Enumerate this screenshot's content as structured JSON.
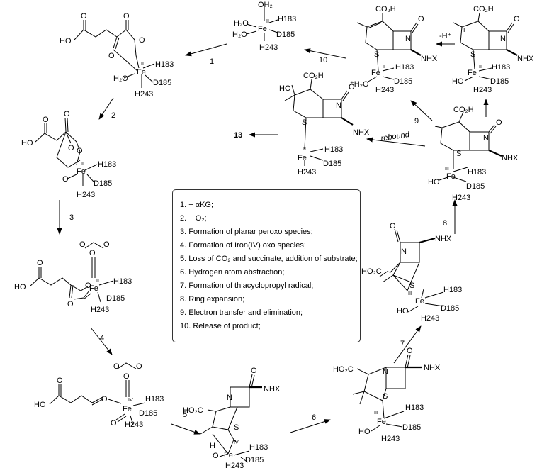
{
  "steps": [
    {
      "num": "1.",
      "text": "+ αKG;"
    },
    {
      "num": "2.",
      "text": "+ O₂;"
    },
    {
      "num": "3.",
      "text": "Formation of planar peroxo species;"
    },
    {
      "num": "4.",
      "text": "Formation of Iron(IV) oxo species;"
    },
    {
      "num": "5.",
      "text": "Loss of CO₂ and succinate, addition of substrate;"
    },
    {
      "num": "6.",
      "text": "Hydrogen atom abstraction;"
    },
    {
      "num": "7.",
      "text": "Formation of thiacyclopropyl radical;"
    },
    {
      "num": "8.",
      "text": "Ring expansion;"
    },
    {
      "num": "9.",
      "text": "Electron transfer and elimination;"
    },
    {
      "num": "10.",
      "text": "Release of product;"
    }
  ],
  "arrow_labels": {
    "a1": "1",
    "a2": "2",
    "a3": "3",
    "a4": "4",
    "a5": "5",
    "a6": "6",
    "a7": "7",
    "a8": "8",
    "a9": "9",
    "a10": "10",
    "rebound": "rebound",
    "deprot": "-H⁺"
  },
  "product": "13",
  "ligands": {
    "h183": "H183",
    "d185": "D185",
    "h243": "H243"
  },
  "atoms": {
    "fe": "Fe",
    "ho": "HO",
    "h2o": "H₂O",
    "h2o_plus": "⁺H₂O",
    "oh2": "OH₂",
    "s": "S",
    "n": "N",
    "o": "O",
    "h": "H",
    "co2h": "CO₂H",
    "ho2c": "HO₂C",
    "nhx": "NHX",
    "ho_ketone": "HO",
    "plus": "+"
  },
  "oxidation": {
    "ii": "II",
    "iii": "III",
    "iv": "IV"
  }
}
